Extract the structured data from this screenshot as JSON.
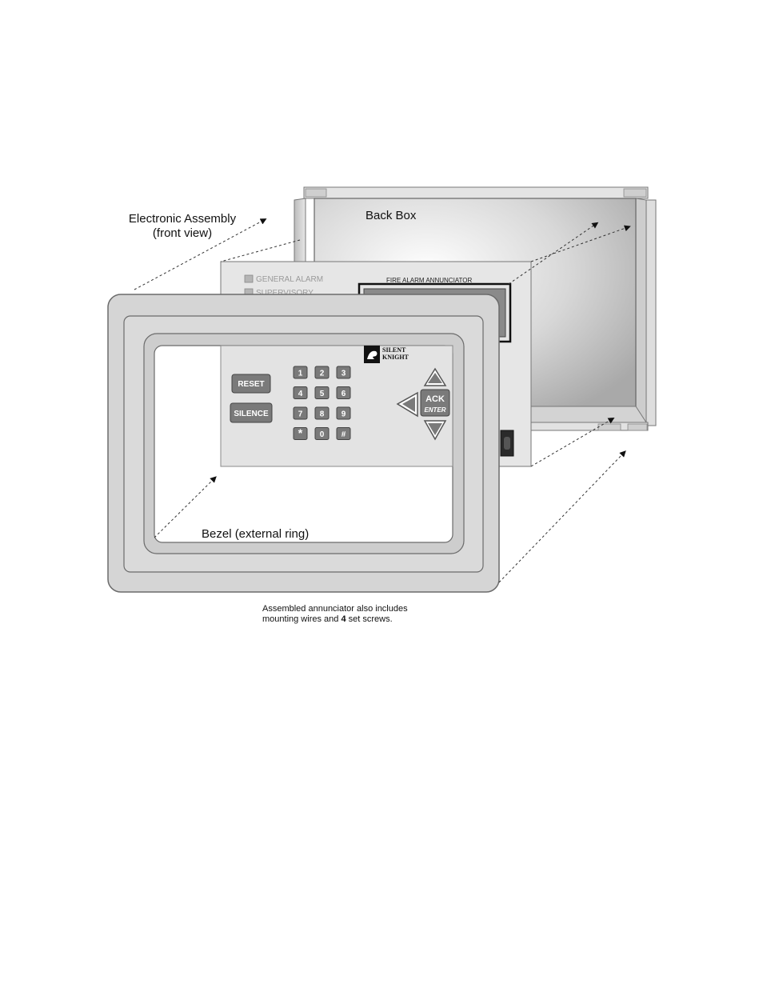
{
  "labels": {
    "back_box": "Back Box",
    "electronic_assembly_line1": "Electronic Assembly",
    "electronic_assembly_line2": "(front view)",
    "bezel": "Bezel (external ring)"
  },
  "panel": {
    "led_general_alarm": "GENERAL ALARM",
    "led_supervisory": "SUPERVISORY",
    "display_title": "FIRE ALARM ANNUNCIATOR",
    "logo_line1": "SILENT",
    "logo_line2": "KNIGHT"
  },
  "keypad": {
    "reset": "RESET",
    "silence": "SILENCE",
    "keys": [
      "1",
      "2",
      "3",
      "4",
      "5",
      "6",
      "7",
      "8",
      "9",
      "*",
      "0",
      "#"
    ],
    "ack": "ACK",
    "enter": "ENTER"
  },
  "caption": {
    "line1": "Assembled annunciator also includes",
    "line2_pre": "mounting wires and ",
    "line2_bold": "4",
    "line2_post": " set screws."
  },
  "colors": {
    "frame_fill": "#d8d8d8",
    "inner_fill": "#cfcfcf",
    "key_fill": "#7a7a7a",
    "panel_fill": "#e3e3e3",
    "back_box_fill": "#d0d0d0"
  }
}
